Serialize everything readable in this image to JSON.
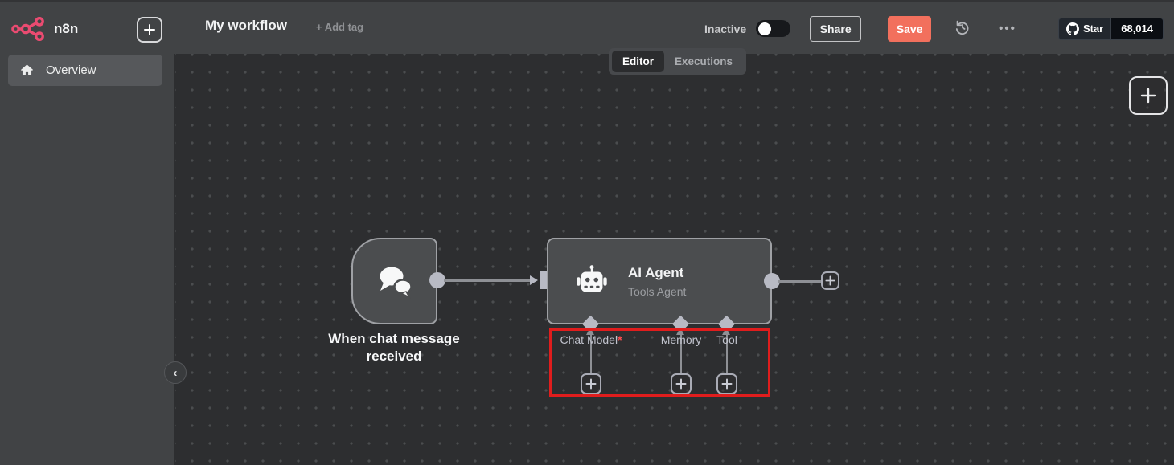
{
  "brand": {
    "name": "n8n",
    "accent": "#ea4b71"
  },
  "sidebar": {
    "overview_label": "Overview"
  },
  "header": {
    "title": "My workflow",
    "add_tag": "+ Add tag",
    "inactive_label": "Inactive",
    "toggle_state": "off",
    "share": "Share",
    "save": "Save",
    "github_star": {
      "label": "Star",
      "count": "68,014"
    }
  },
  "tabs": {
    "editor": "Editor",
    "executions": "Executions"
  },
  "canvas": {
    "trigger_node": {
      "label": "When chat message received"
    },
    "agent_node": {
      "title": "AI Agent",
      "subtitle": "Tools Agent"
    },
    "ports": [
      {
        "label": "Chat Model",
        "required_marker": "*"
      },
      {
        "label": "Memory",
        "required_marker": ""
      },
      {
        "label": "Tool",
        "required_marker": ""
      }
    ]
  },
  "colors": {
    "save_button": "#f2705d",
    "highlight": "#e01d1d",
    "required": "#ff4d4f",
    "node_fill": "#4b4d4f",
    "node_border": "#9fa1a5",
    "connector": "#b8bac4"
  }
}
